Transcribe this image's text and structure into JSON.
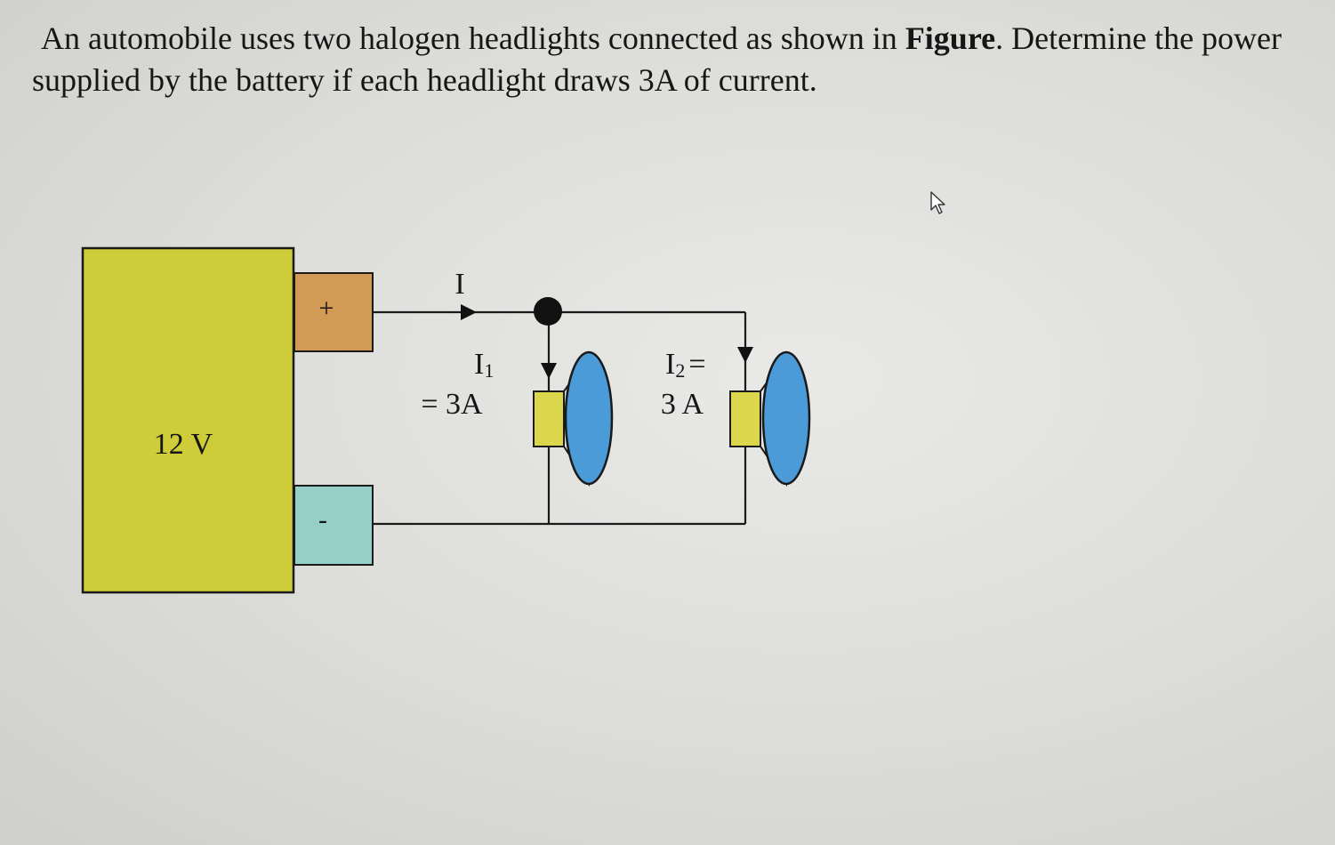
{
  "problem": {
    "before": "An automobile uses two halogen headlights connected as shown in ",
    "bold": "Figure",
    "after": ". Determine the power supplied by the battery if each headlight draws 3A of current."
  },
  "diagram": {
    "battery_label": "12 V",
    "plus_sign": "+",
    "minus_sign": "-",
    "current_total": "I",
    "i1_symbol": "I",
    "i1_sub": "1",
    "i1_value": "= 3A",
    "i2_symbol": "I",
    "i2_sub": "2",
    "i2_eq": "=",
    "i2_value": "3 A"
  },
  "colors": {
    "battery": "#cfcc3a",
    "positive_terminal": "#d39a55",
    "negative_terminal": "#95cfc8",
    "lamp_body": "#dcd64c",
    "lamp_lens": "#4a9bd8",
    "wire": "#1a1a1a"
  },
  "icons": [
    "mouse-pointer-icon"
  ]
}
